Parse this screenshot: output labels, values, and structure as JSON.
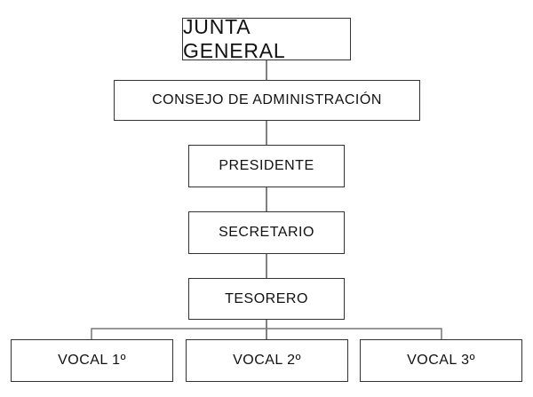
{
  "nodes": {
    "junta": "JUNTA GENERAL",
    "consejo": "CONSEJO DE ADMINISTRACIÓN",
    "presidente": "PRESIDENTE",
    "secretario": "SECRETARIO",
    "tesorero": "TESORERO",
    "vocal1": "VOCAL 1º",
    "vocal2": "VOCAL 2º",
    "vocal3": "VOCAL 3º"
  },
  "edges": [
    [
      "junta",
      "consejo"
    ],
    [
      "consejo",
      "presidente"
    ],
    [
      "presidente",
      "secretario"
    ],
    [
      "secretario",
      "tesorero"
    ],
    [
      "tesorero",
      "vocal1"
    ],
    [
      "tesorero",
      "vocal2"
    ],
    [
      "tesorero",
      "vocal3"
    ]
  ],
  "colors": {
    "line": "#555555",
    "border": "#333333"
  }
}
